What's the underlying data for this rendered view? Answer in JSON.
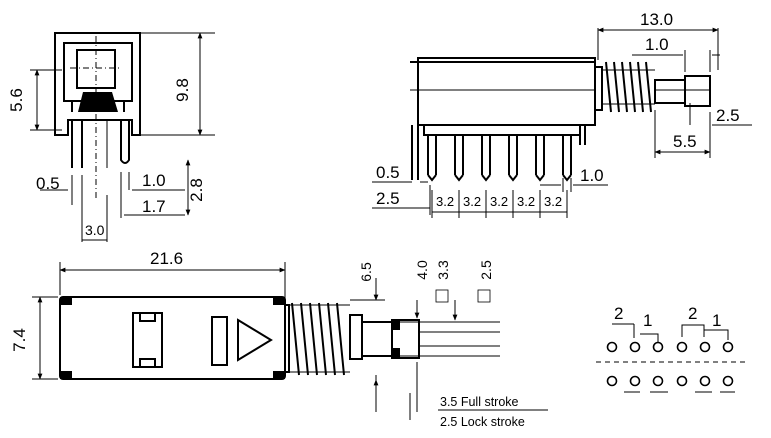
{
  "side_view": {
    "height_label": "5.6",
    "overall_height_label": "9.8",
    "pin_width_label": "0.5",
    "pin_label_1_0": "1.0",
    "pin_label_1_7": "1.7",
    "pin_length_label": "2.8",
    "pin_spacing_label": "3.0"
  },
  "front_view": {
    "total_length_label": "13.0",
    "tip_label": "1.0",
    "stem_label": "2.5",
    "spring_label": "5.5",
    "pin_width_label": "0.5",
    "offset_label": "2.5",
    "pin_tip_label": "1.0",
    "pitch_labels": [
      "3.2",
      "3.2",
      "3.2",
      "3.2",
      "3.2"
    ]
  },
  "top_view": {
    "length_label": "21.6",
    "width_label": "7.4",
    "dim_6_5": "6.5",
    "dim_4_0": "4.0",
    "dim_3_3": "3.3",
    "dim_2_5": "2.5",
    "full_stroke": "3.5 Full stroke",
    "lock_stroke": "2.5 Lock stroke"
  },
  "circuit": {
    "left_top_labels": [
      "2",
      "1"
    ],
    "right_top_labels": [
      "2",
      "1"
    ]
  }
}
